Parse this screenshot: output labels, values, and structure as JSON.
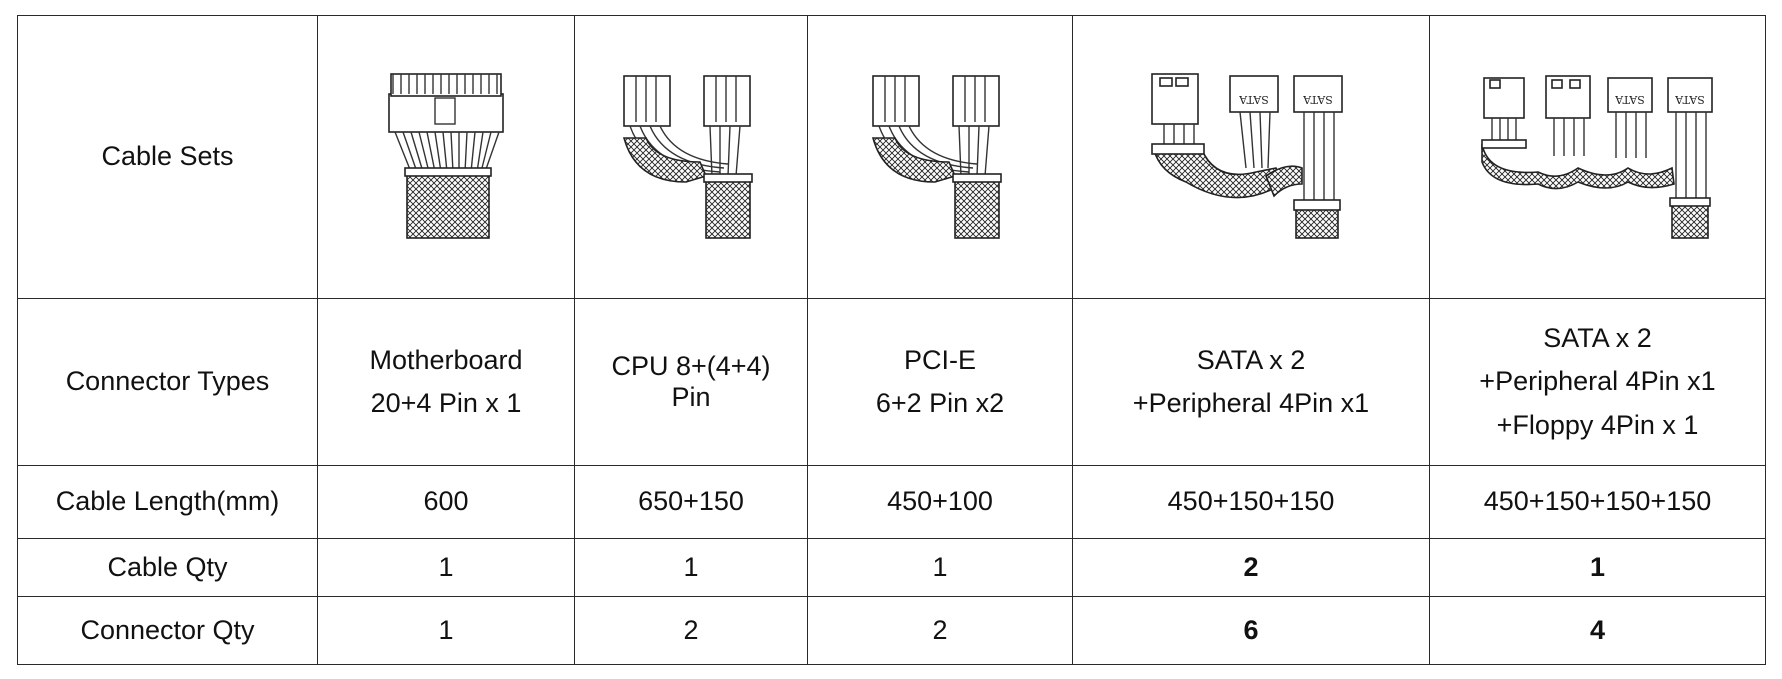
{
  "table": {
    "row_headers": {
      "cable_sets": "Cable Sets",
      "connector_types": "Connector Types",
      "cable_length": "Cable Length(mm)",
      "cable_qty": "Cable Qty",
      "connector_qty": "Connector Qty"
    },
    "columns": [
      {
        "image_icon": "atx-24pin-cable-icon",
        "type_lines": [
          "Motherboard",
          "20+4 Pin x 1"
        ],
        "length": "600",
        "cable_qty": "1",
        "connector_qty": "1"
      },
      {
        "image_icon": "cpu-8pin-cable-icon",
        "type_lines": [
          "CPU 8+(4+4)",
          "Pin"
        ],
        "length": "650+150",
        "cable_qty": "1",
        "connector_qty": "2"
      },
      {
        "image_icon": "pcie-cable-icon",
        "type_lines": [
          "PCI-E",
          "6+2 Pin x2"
        ],
        "length": "450+100",
        "cable_qty": "1",
        "connector_qty": "2"
      },
      {
        "image_icon": "sata-peripheral-cable-icon",
        "type_lines": [
          "SATA x 2",
          "+Peripheral 4Pin x1"
        ],
        "length": "450+150+150",
        "cable_qty": "2",
        "connector_qty": "6"
      },
      {
        "image_icon": "sata-peripheral-floppy-cable-icon",
        "type_lines": [
          "SATA x 2",
          "+Peripheral 4Pin x1",
          "+Floppy 4Pin x 1"
        ],
        "length": "450+150+150+150",
        "cable_qty": "1",
        "connector_qty": "4"
      }
    ],
    "sata_label": "SATA"
  }
}
